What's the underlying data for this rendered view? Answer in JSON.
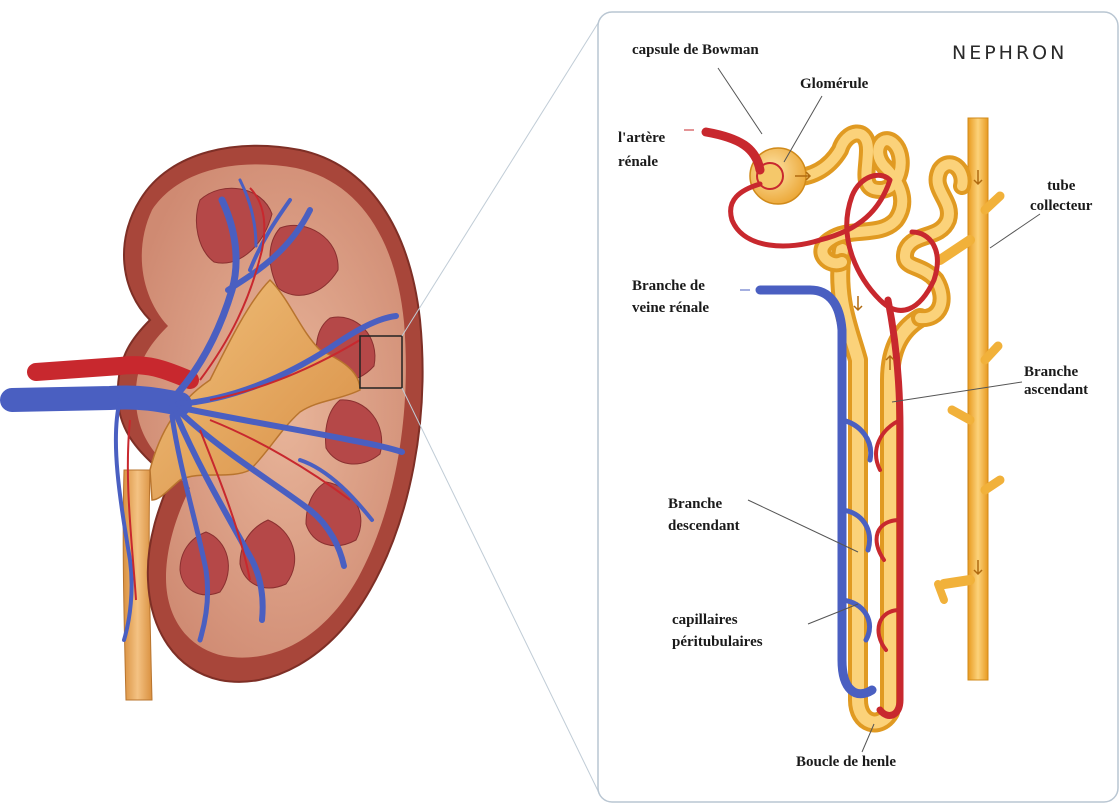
{
  "nephron_panel": {
    "title": "NEPHRON",
    "labels": {
      "bowman_capsule": "capsule de Bowman",
      "glomerulus": "Glomérule",
      "renal_artery_line1": "l'artère",
      "renal_artery_line2": "rénale",
      "collecting_duct_line1": "tube",
      "collecting_duct_line2": "collecteur",
      "renal_vein_line1": "Branche de",
      "renal_vein_line2": "veine rénale",
      "ascending_limb_line1": "Branche",
      "ascending_limb_line2": "ascendant",
      "descending_limb_line1": "Branche",
      "descending_limb_line2": "descendant",
      "capillaries_line1": "capillaires",
      "capillaries_line2": "péritubulaires",
      "loop_of_henle": "Boucle de henle"
    }
  },
  "colors": {
    "artery_red": "#c8282e",
    "vein_blue": "#4a5fc1",
    "tubule_yellow": "#f4b23a",
    "tubule_light": "#fbd27a",
    "kidney_capsule": "#a8463a",
    "kidney_cortex": "#d68a72",
    "pyramid_red": "#b54848",
    "pelvis_tan": "#e3a25c",
    "panel_border": "#b9c6d2"
  },
  "icons": [
    "kidney-cross-section-illustration",
    "nephron-illustration"
  ]
}
